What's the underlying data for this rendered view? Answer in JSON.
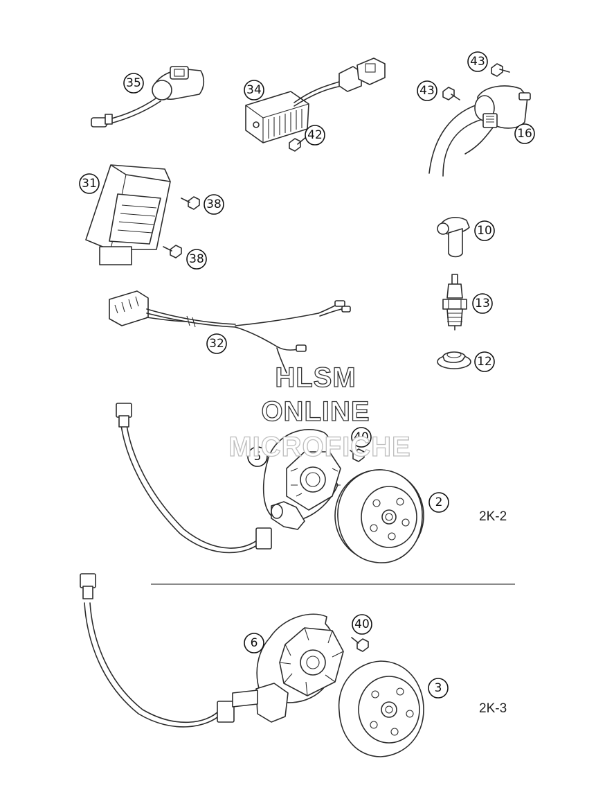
{
  "callouts": {
    "c35": "35",
    "c34": "34",
    "c43a": "43",
    "c43b": "43",
    "c42": "42",
    "c16": "16",
    "c31": "31",
    "c38a": "38",
    "c38b": "38",
    "c10": "10",
    "c13": "13",
    "c32": "32",
    "c12": "12",
    "c40a": "40",
    "c5": "5",
    "c2": "2",
    "c6": "6",
    "c40b": "40",
    "c3": "3"
  },
  "variants": {
    "v1": "2K-2",
    "v2": "2K-3"
  },
  "watermark": {
    "line1": "HLSM",
    "line2": "ONLINE",
    "line3": "MICROFICHE"
  }
}
